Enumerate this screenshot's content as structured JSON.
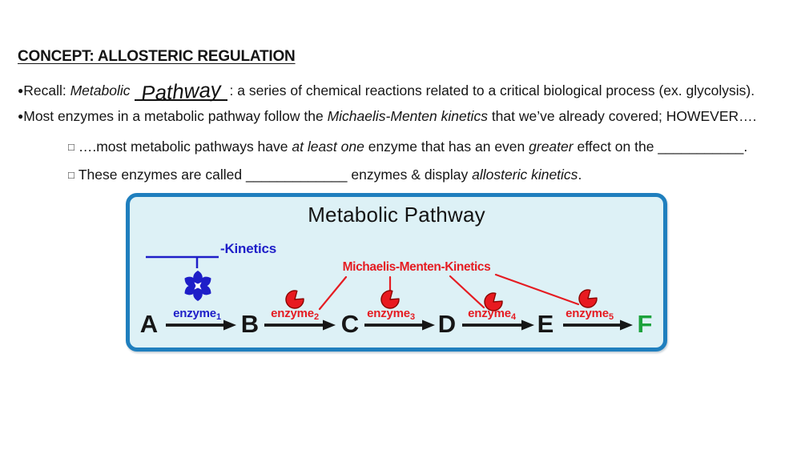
{
  "heading": {
    "bold": "CONCEPT:",
    "rest": " ALLOSTERIC REGULATION"
  },
  "bullets": {
    "b1": {
      "marker": "●",
      "s0": "Recall: ",
      "s1": "Metabolic",
      "hand": "Pathway",
      "s2": ": a series of chemical reactions related to a critical biological process (ex. glycolysis)."
    },
    "b2": {
      "marker": "●",
      "s0": "Most enzymes in a metabolic pathway follow the ",
      "s1": "Michaelis-Menten kinetics",
      "s2": " that we’ve already covered; HOWEVER…."
    },
    "b3": {
      "marker": "□",
      "s0": "….most metabolic pathways have ",
      "s1": "at least one",
      "s2": " enzyme that has an even ",
      "s3": "greater",
      "s4": " effect on the ",
      "blank": "___________",
      "s5": "."
    },
    "b4": {
      "marker": "□",
      "s0": "These enzymes are called ",
      "blank": "_____________",
      "s1": " enzymes & display ",
      "s2": "allosteric kinetics",
      "s3": "."
    }
  },
  "diagram": {
    "title": "Metabolic Pathway",
    "allosteric_kinetics_label": "-Kinetics",
    "mm_kinetics_label": "Michaelis-Menten-Kinetics",
    "nodes": [
      "A",
      "B",
      "C",
      "D",
      "E",
      "F"
    ],
    "enzymes": [
      {
        "base": "enzyme",
        "sub": "1"
      },
      {
        "base": "enzyme",
        "sub": "2"
      },
      {
        "base": "enzyme",
        "sub": "3"
      },
      {
        "base": "enzyme",
        "sub": "4"
      },
      {
        "base": "enzyme",
        "sub": "5"
      }
    ],
    "icons": [
      "allosteric-enzyme-flower-icon",
      "enzyme-pacman-icon"
    ],
    "colors": {
      "box_border": "#1f7fbe",
      "box_bg": "#ddf1f6",
      "blue": "#1e1ec8",
      "red": "#e51c22",
      "green": "#1ca23c",
      "text": "#151515"
    }
  }
}
